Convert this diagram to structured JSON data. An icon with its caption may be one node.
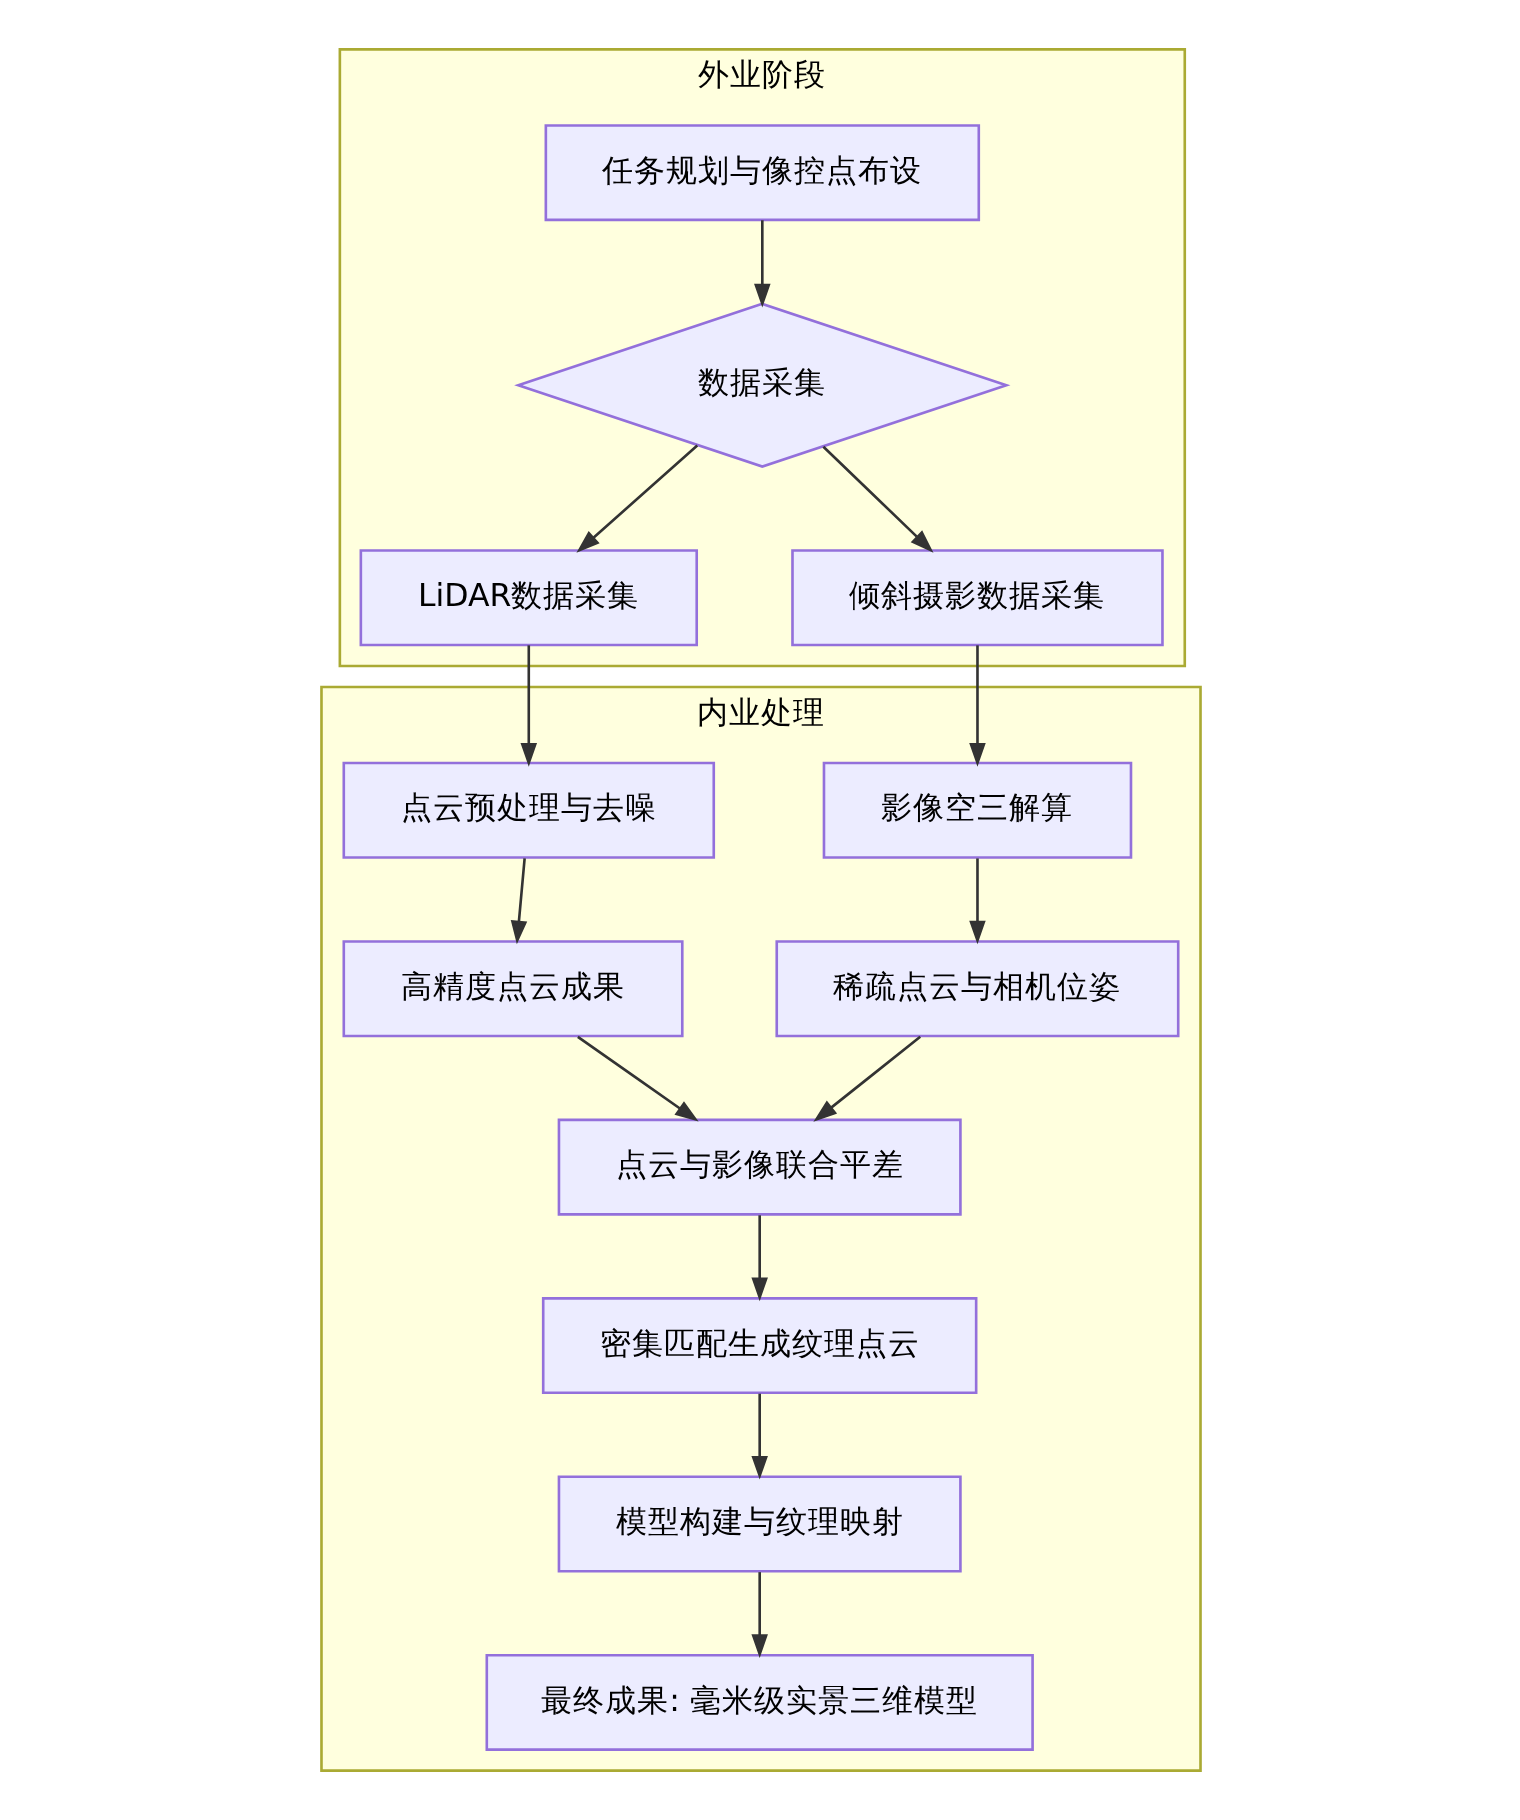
{
  "diagram": {
    "nodes": [
      {
        "text": [
          "外业阶段"
        ]
      },
      {
        "text": [
          "任务规划与像控点布设"
        ],
        "in": 0
      },
      {
        "text": [
          "数据采集"
        ],
        "in": 0
      },
      {
        "text": [
          "LiDAR数据采集"
        ],
        "in": 0
      },
      {
        "text": [
          "倾斜摄影数据采集"
        ],
        "in": 0
      },
      {
        "text": [
          "内业处理"
        ]
      },
      {
        "text": [
          "点云预处理与去噪"
        ],
        "in": 5
      },
      {
        "text": [
          "影像空三解算"
        ],
        "in": 5
      },
      {
        "text": [
          "高精度点云成果"
        ],
        "in": 5
      },
      {
        "text": [
          "稀疏点云与相机位姿"
        ],
        "in": 5
      },
      {
        "text": [
          "点云与影像联合平差"
        ],
        "in": 5
      },
      {
        "text": [
          "密集匹配生成纹理点云"
        ],
        "in": 5
      },
      {
        "text": [
          "模型构建与纹理映射"
        ],
        "in": 5
      },
      {
        "text": [
          "最终成果: 毫米级实景三维模型"
        ],
        "in": 5
      }
    ],
    "edges": [
      {
        "from": 1,
        "to": 2,
        "arrow": "to"
      },
      {
        "from": 2,
        "to": 3,
        "arrow": "to"
      },
      {
        "from": 2,
        "to": 4,
        "arrow": "to"
      },
      {
        "from": 3,
        "to": 6,
        "arrow": "to"
      },
      {
        "from": 4,
        "to": 7,
        "arrow": "to"
      },
      {
        "from": 6,
        "to": 8,
        "arrow": "to"
      },
      {
        "from": 7,
        "to": 9,
        "arrow": "to"
      },
      {
        "from": 8,
        "to": 10,
        "arrow": "to"
      },
      {
        "from": 9,
        "to": 10,
        "arrow": "to"
      },
      {
        "from": 10,
        "to": 11,
        "arrow": "to"
      },
      {
        "from": 11,
        "to": 12,
        "arrow": "to"
      },
      {
        "from": 12,
        "to": 13,
        "arrow": "to"
      }
    ]
  }
}
